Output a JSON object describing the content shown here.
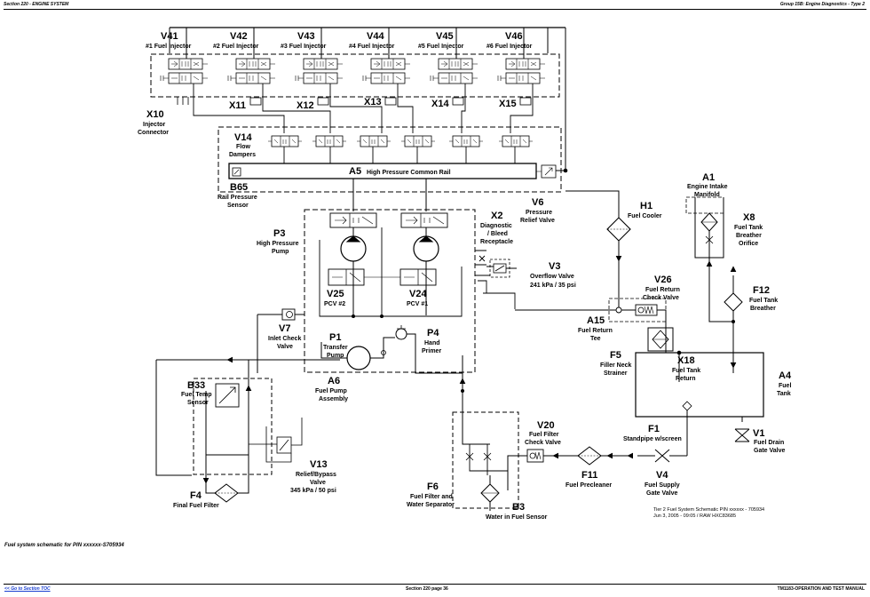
{
  "header": {
    "left": "Section 220 - ENGINE SYSTEM",
    "right": "Group 15B: Engine Diagnostics - Type 2"
  },
  "labels": {
    "V41": {
      "code": "V41",
      "name": "#1 Fuel Injector"
    },
    "V42": {
      "code": "V42",
      "name": "#2 Fuel Injector"
    },
    "V43": {
      "code": "V43",
      "name": "#3  Fuel  Injector"
    },
    "V44": {
      "code": "V44",
      "name": "#4 Fuel Injector"
    },
    "V45": {
      "code": "V45",
      "name": "#5  Fuel  Injector"
    },
    "V46": {
      "code": "V46",
      "name": "#6  Fuel  Injector"
    },
    "X10": {
      "code": "X10",
      "l1": "Injector",
      "l2": "Connector"
    },
    "X11": "X11",
    "X12": "X12",
    "X13": "X13",
    "X14": "X14",
    "X15": "X15",
    "V14": {
      "code": "V14",
      "l1": "Flow",
      "l2": "Dampers"
    },
    "A5": {
      "code": "A5",
      "name": "High Pressure Common Rail"
    },
    "B65": {
      "code": "B65",
      "l1": "Rail Pressure",
      "l2": "Sensor"
    },
    "V6": {
      "code": "V6",
      "l1": "Pressure",
      "l2": "Relief Valve"
    },
    "P3": {
      "code": "P3",
      "l1": "High Pressure",
      "l2": "Pump"
    },
    "X2": {
      "code": "X2",
      "l1": "Diagnostic",
      "l2": "/ Bleed",
      "l3": "Receptacle"
    },
    "V3": {
      "code": "V3",
      "l1": "Overflow Valve",
      "l2": "241 kPa / 35 psi"
    },
    "V25": {
      "code": "V25",
      "name": "PCV #2"
    },
    "V24": {
      "code": "V24",
      "name": "PCV #1"
    },
    "H1": {
      "code": "H1",
      "name": "Fuel Cooler"
    },
    "A1": {
      "code": "A1",
      "l1": "Engine Intake",
      "l2": "Manifold"
    },
    "X8": {
      "code": "X8",
      "l1": "Fuel Tank",
      "l2": "Breather",
      "l3": "Orifice"
    },
    "V26": {
      "code": "V26",
      "l1": "Fuel Return",
      "l2": "Check Valve"
    },
    "F12": {
      "code": "F12",
      "l1": "Fuel Tank",
      "l2": "Breather"
    },
    "A15": {
      "code": "A15",
      "l1": "Fuel Return",
      "l2": "Tee"
    },
    "V7": {
      "code": "V7",
      "l1": "Inlet Check",
      "l2": "Valve"
    },
    "P1": {
      "code": "P1",
      "l1": "Transfer",
      "l2": "Pump"
    },
    "P4": {
      "code": "P4",
      "l1": "Hand",
      "l2": "Primer"
    },
    "F5": {
      "code": "F5",
      "l1": "Filler Neck",
      "l2": "Strainer"
    },
    "X18": {
      "code": "X18",
      "l1": "Fuel Tank",
      "l2": "Return"
    },
    "A4": {
      "code": "A4",
      "l1": "Fuel",
      "l2": "Tank"
    },
    "A6": {
      "code": "A6",
      "l1": "Fuel Pump",
      "l2": "Assembly"
    },
    "B33": {
      "code": "B33",
      "l1": "Fuel Temp",
      "l2": "Sensor"
    },
    "F1": {
      "code": "F1",
      "name": "Standpipe w/screen"
    },
    "V1": {
      "code": "V1",
      "l1": "Fuel Drain",
      "l2": "Gate Valve"
    },
    "V20": {
      "code": "V20",
      "l1": "Fuel Filter",
      "l2": "Check Valve"
    },
    "F11": {
      "code": "F11",
      "name": "Fuel Precleaner"
    },
    "V4": {
      "code": "V4",
      "l1": "Fuel Supply",
      "l2": "Gate Valve"
    },
    "V13": {
      "code": "V13",
      "l1": "Relief/Bypass",
      "l2": "Valve",
      "l3": "345 kPa / 50 psi"
    },
    "F6": {
      "code": "F6",
      "l1": "Fuel Filter and",
      "l2": "Water Separator"
    },
    "B3": {
      "code": "B3",
      "name": "Water in Fuel Sensor"
    },
    "F4": {
      "code": "F4",
      "name": "Final Fuel Filter"
    }
  },
  "drawing_note": {
    "l1": "Tier 2 Fuel System Schematic  PIN xxxxxx - 705934",
    "l2": "Jun 3, 2005  -  09:05 / RAW  HXC83685"
  },
  "caption": "Fuel system schematic for PIN xxxxxx-S705934",
  "footer": {
    "left": "<< Go to Section TOC",
    "center": "Section 220 page 36",
    "right": "TM1183-OPERATION AND TEST MANUAL"
  }
}
